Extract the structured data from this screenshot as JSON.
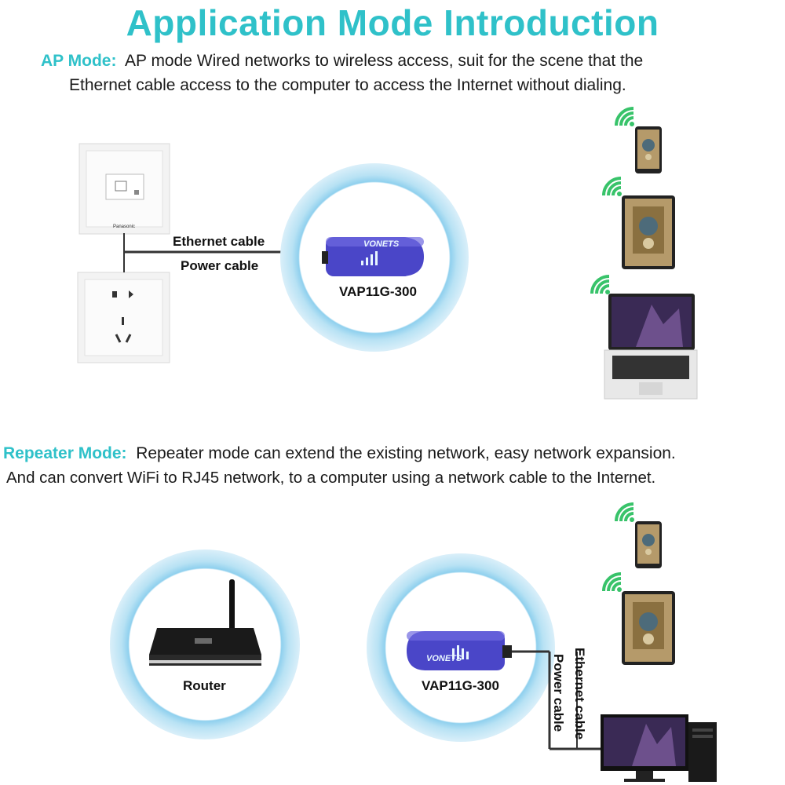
{
  "title": "Application Mode Introduction",
  "ap_mode": {
    "label": "AP Mode:",
    "text_line1": "AP mode Wired networks to wireless access, suit for the scene that the",
    "text_line2": "Ethernet cable access to the computer to access the Internet without dialing.",
    "ethernet_cable_label": "Ethernet cable",
    "power_cable_label": "Power cable",
    "device_label": "VAP11G-300",
    "device_brand": "VONETS"
  },
  "repeater_mode": {
    "label": "Repeater Mode:",
    "text_line1": "Repeater mode can extend the existing network, easy network expansion.",
    "text_line2": "And can convert WiFi to RJ45 network, to a computer using a network cable to the Internet.",
    "router_label": "Router",
    "device_label": "VAP11G-300",
    "device_brand": "VONETS",
    "ethernet_cable_label": "Ethernet cable",
    "power_cable_label": "Power cable"
  },
  "colors": {
    "accent": "#2fc1c9",
    "ring_light": "#e6f4fb",
    "ring_mid": "#9fd6ef",
    "device_blue": "#4a46c8"
  }
}
